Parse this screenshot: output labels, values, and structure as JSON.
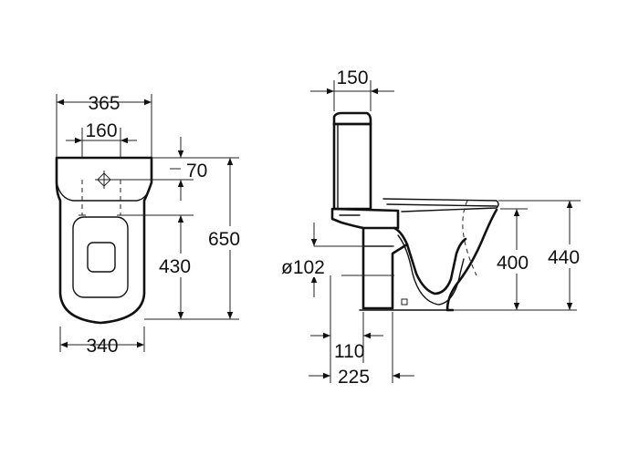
{
  "dimensions": {
    "front_width_top": "365",
    "front_inner_width": "160",
    "front_upper_offset": "70",
    "front_lower_height": "430",
    "front_total_height": "650",
    "front_base_width": "340",
    "side_tank_depth": "150",
    "side_outlet_diameter": "ø102",
    "side_outlet_offset": "110",
    "side_base_depth": "225",
    "side_seat_height": "400",
    "side_total_height": "440"
  }
}
